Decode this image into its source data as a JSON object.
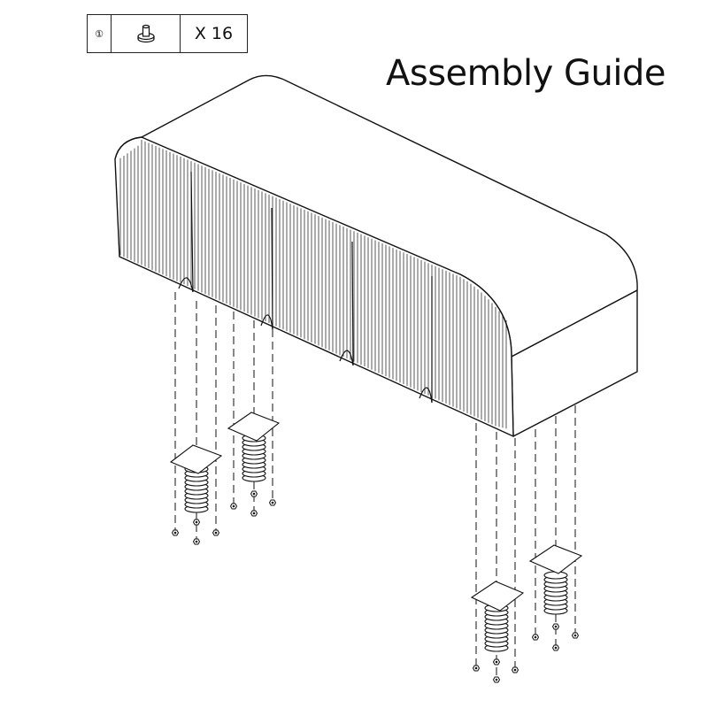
{
  "title": "Assembly Guide",
  "parts": [
    {
      "number": "①",
      "icon": "screw-icon",
      "quantity": "X 16"
    }
  ]
}
